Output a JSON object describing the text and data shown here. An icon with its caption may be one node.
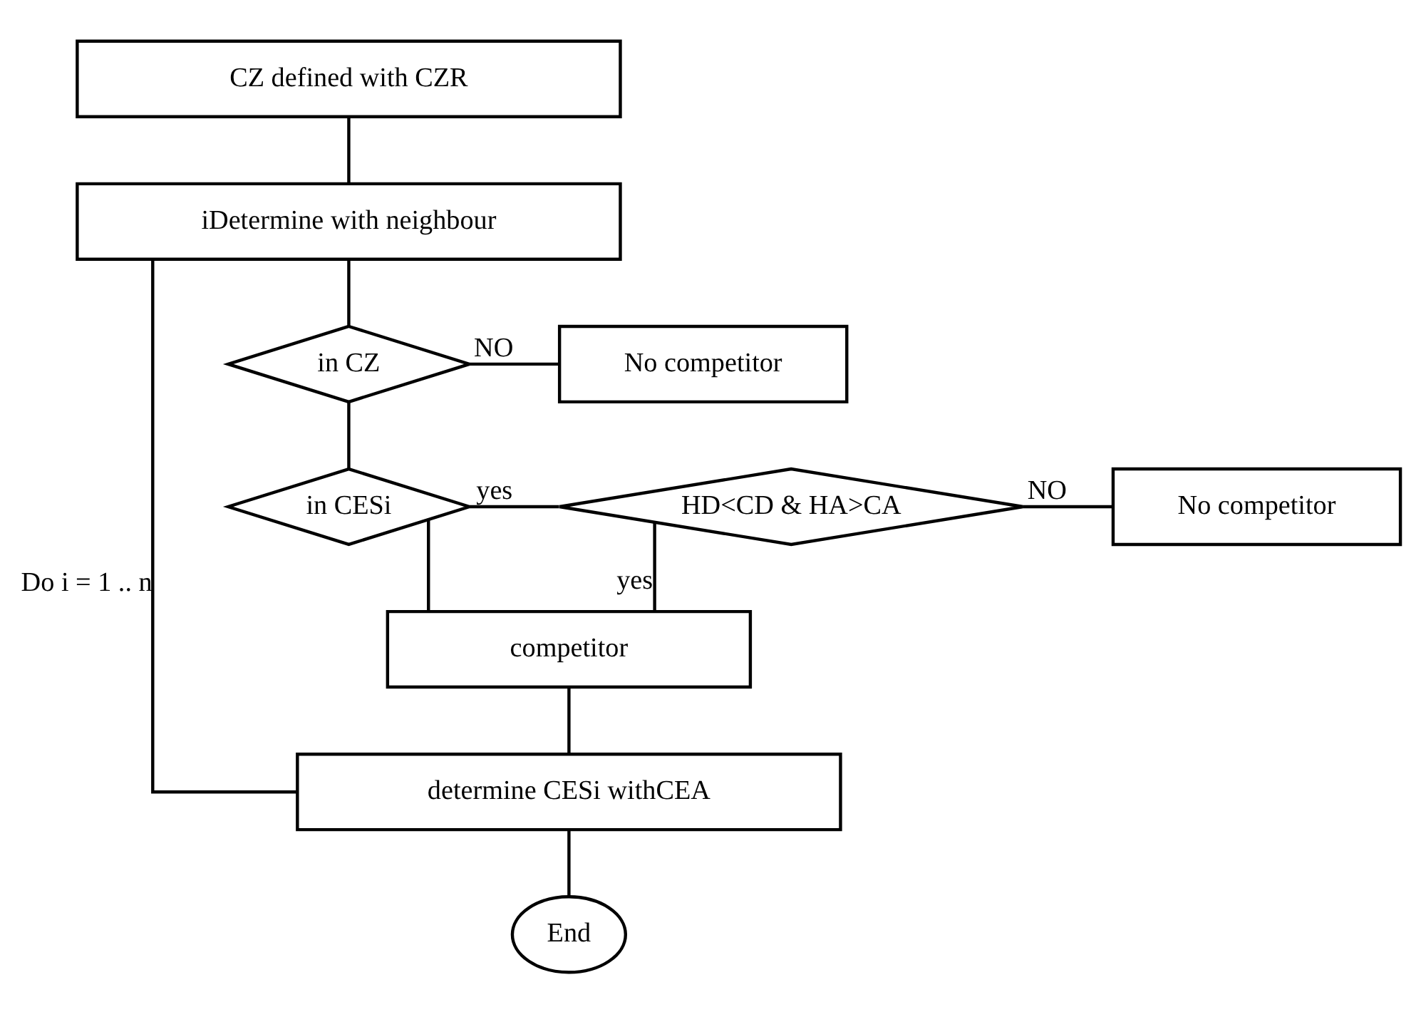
{
  "diagram": {
    "nodes": [
      {
        "text": [
          "CZ defined with CZR"
        ]
      },
      {
        "text": [
          "iDetermine with neighbour"
        ]
      },
      {
        "text": [
          "in CZ"
        ]
      },
      {
        "text": [
          "No competitor"
        ]
      },
      {
        "text": [
          "in CESi"
        ]
      },
      {
        "text": [
          "HD<CD & HA>CA"
        ]
      },
      {
        "text": [
          "No competitor"
        ]
      },
      {
        "text": [
          "competitor"
        ]
      },
      {
        "text": [
          "determine CESi withCEA"
        ]
      },
      {
        "text": [
          "End"
        ]
      }
    ],
    "edges": [
      {
        "from": 0,
        "to": 1,
        "arrow": "none"
      },
      {
        "from": 1,
        "to": 2,
        "arrow": "none"
      },
      {
        "from": 2,
        "to": 3,
        "arrow": "none",
        "label": "NO"
      },
      {
        "from": 2,
        "to": 4,
        "arrow": "none"
      },
      {
        "from": 4,
        "to": 5,
        "arrow": "none",
        "label": "yes"
      },
      {
        "from": 5,
        "to": 6,
        "arrow": "none",
        "label": "NO"
      },
      {
        "from": 5,
        "to": 7,
        "arrow": "none",
        "label": "yes"
      },
      {
        "from": 4,
        "to": 7,
        "arrow": "none"
      },
      {
        "from": 7,
        "to": 8,
        "arrow": "none"
      },
      {
        "from": 8,
        "to": 9,
        "arrow": "none"
      },
      {
        "from": 8,
        "to": 1,
        "arrow": "none",
        "label": "Do i = 1 .. n"
      }
    ]
  }
}
